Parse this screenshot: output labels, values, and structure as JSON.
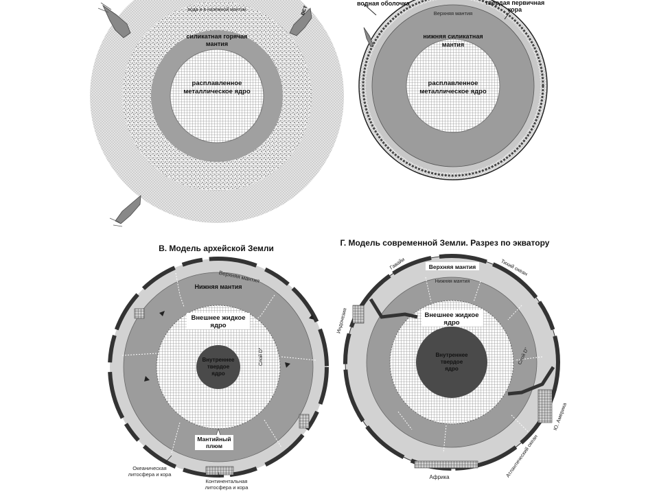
{
  "panels": {
    "a": {
      "title": "",
      "labels": {
        "top_partial": "вода и в наземной мантии",
        "mantle": [
          "силикатная горячая",
          "мантия"
        ],
        "core": [
          "расплавленное",
          "металлическое ядро"
        ],
        "edge_right": "вст"
      }
    },
    "b": {
      "title": "",
      "labels": {
        "water_shell": "водная оболочка",
        "crust": [
          "твердая первичная",
          "кора"
        ],
        "upper_mantle": "Верхняя мантия",
        "lower_mantle": [
          "нижняя силикатная",
          "мантия"
        ],
        "core": [
          "расплавленное",
          "металлическое ядро"
        ]
      }
    },
    "c": {
      "title": "В. Модель архейской Земли",
      "labels": {
        "upper_mantle": "Верхняя мантия",
        "lower_mantle": "Нижняя мантия",
        "outer_core": [
          "Внешнее жидкое",
          "ядро"
        ],
        "inner_core": [
          "Внутреннее",
          "твердое",
          "ядро"
        ],
        "d_layer": "Слой D\"",
        "plume": [
          "Мантийный",
          "плюм"
        ],
        "oceanic": [
          "Океаническая",
          "литосфера и кора"
        ],
        "continental": [
          "Континентальная",
          "литосфера и кора"
        ]
      }
    },
    "d": {
      "title": "Г. Модель современной Земли. Разрез по экватору",
      "labels": {
        "upper_mantle": "Верхняя мантия",
        "lower_mantle": "Нижняя мантия",
        "outer_core": [
          "Внешнее жидкое",
          "ядро"
        ],
        "inner_core": [
          "Внутреннее",
          "твердое",
          "ядро"
        ],
        "hawaii": "Гавайи",
        "pacific": "Тихий океан",
        "indonesia": "Индонезия",
        "d_layer": "Слой D\"",
        "s_america": "Ю. Америка",
        "atlantic": "Атлантический океан",
        "africa": "Африка"
      }
    }
  },
  "colors": {
    "mantle_gray": "#9c9c9c",
    "light_gray": "#cfcfcf",
    "inner_core": "#4a4a4a",
    "outline": "#222222",
    "plate": "#3a3a3a"
  }
}
